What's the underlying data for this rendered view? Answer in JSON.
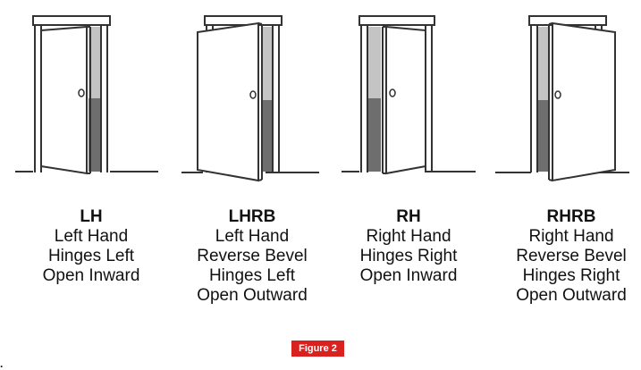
{
  "doors": [
    {
      "code": "LH",
      "lines": [
        "Left Hand",
        "Hinges Left",
        "Open Inward"
      ]
    },
    {
      "code": "LHRB",
      "lines": [
        "Left Hand",
        "Reverse Bevel",
        "Hinges Left",
        "Open Outward"
      ]
    },
    {
      "code": "RH",
      "lines": [
        "Right Hand",
        "Hinges Right",
        "Open Inward"
      ]
    },
    {
      "code": "RHRB",
      "lines": [
        "Right Hand",
        "Reverse Bevel",
        "Hinges Right",
        "Open Outward"
      ]
    }
  ],
  "figure_label": "Figure 2",
  "colors": {
    "line": "#333333",
    "shade_light": "#c4c4c4",
    "shade_dark": "#6e6e6e",
    "figure_label_bg": "#d9211f"
  }
}
